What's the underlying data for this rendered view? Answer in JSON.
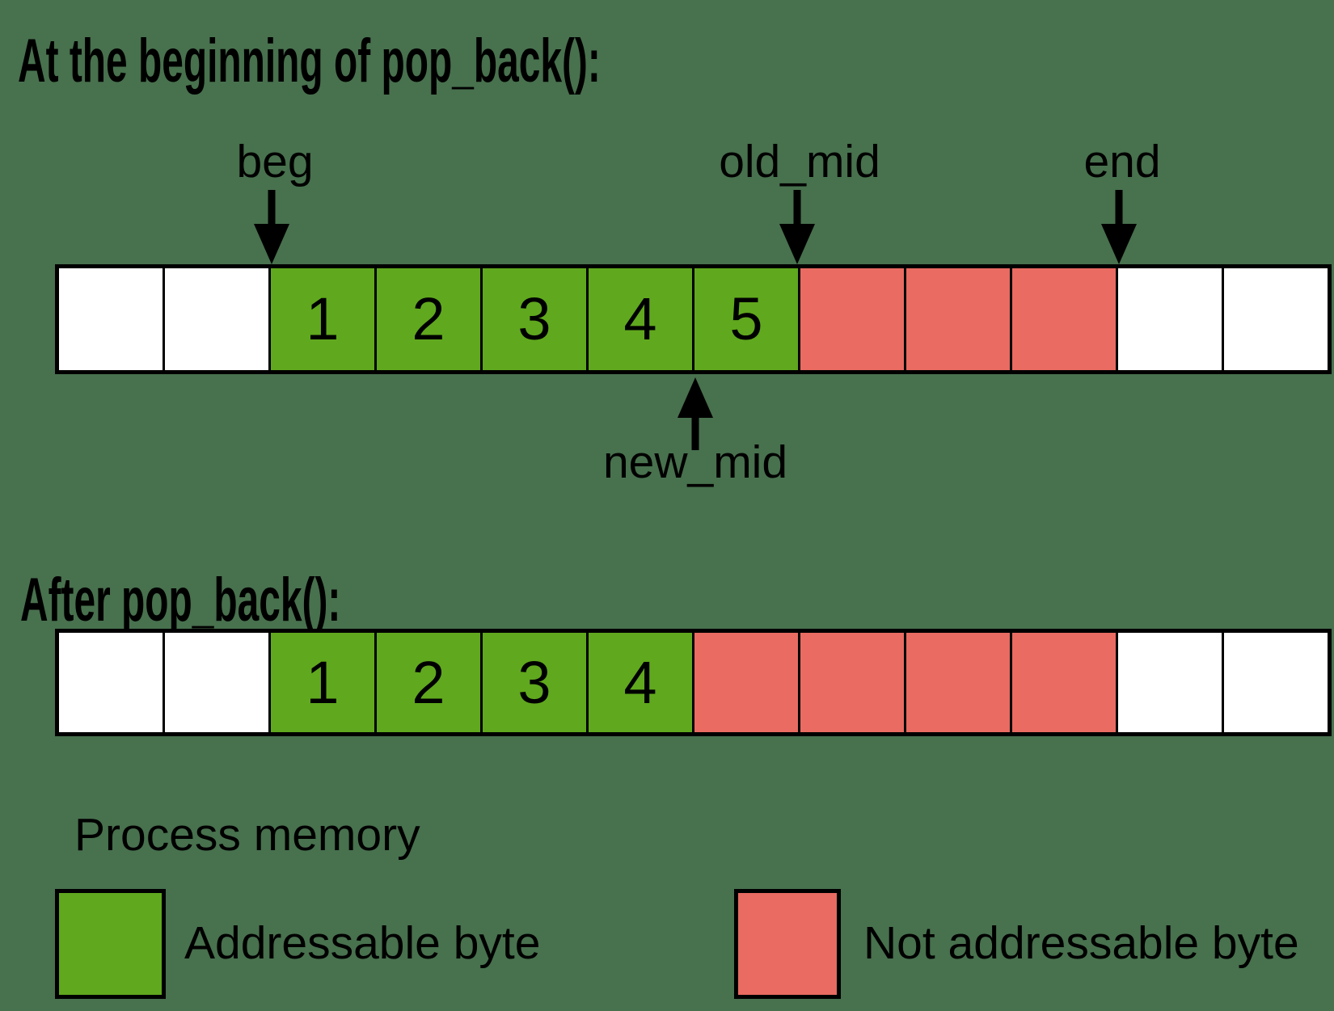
{
  "colors": {
    "background": "#48714E",
    "addressable": "#60A81E",
    "not_addressable": "#E96B61",
    "free": "#FFFFFF",
    "ink": "#000000"
  },
  "diagram_before": {
    "title": "At the beginning of pop_back():",
    "pointers_top": [
      {
        "label": "beg"
      },
      {
        "label": "old_mid"
      },
      {
        "label": "end"
      }
    ],
    "pointer_bottom": {
      "label": "new_mid"
    },
    "cells": [
      {
        "type": "free",
        "label": ""
      },
      {
        "type": "free",
        "label": ""
      },
      {
        "type": "addressable",
        "label": "1"
      },
      {
        "type": "addressable",
        "label": "2"
      },
      {
        "type": "addressable",
        "label": "3"
      },
      {
        "type": "addressable",
        "label": "4"
      },
      {
        "type": "addressable",
        "label": "5"
      },
      {
        "type": "not_addressable",
        "label": ""
      },
      {
        "type": "not_addressable",
        "label": ""
      },
      {
        "type": "not_addressable",
        "label": ""
      },
      {
        "type": "free",
        "label": ""
      },
      {
        "type": "free",
        "label": ""
      }
    ]
  },
  "diagram_after": {
    "title": "After pop_back():",
    "cells": [
      {
        "type": "free",
        "label": ""
      },
      {
        "type": "free",
        "label": ""
      },
      {
        "type": "addressable",
        "label": "1"
      },
      {
        "type": "addressable",
        "label": "2"
      },
      {
        "type": "addressable",
        "label": "3"
      },
      {
        "type": "addressable",
        "label": "4"
      },
      {
        "type": "not_addressable",
        "label": ""
      },
      {
        "type": "not_addressable",
        "label": ""
      },
      {
        "type": "not_addressable",
        "label": ""
      },
      {
        "type": "not_addressable",
        "label": ""
      },
      {
        "type": "free",
        "label": ""
      },
      {
        "type": "free",
        "label": ""
      }
    ]
  },
  "legend": {
    "title": "Process memory",
    "items": [
      {
        "type": "addressable",
        "label": "Addressable byte"
      },
      {
        "type": "not_addressable",
        "label": "Not addressable byte"
      }
    ]
  }
}
